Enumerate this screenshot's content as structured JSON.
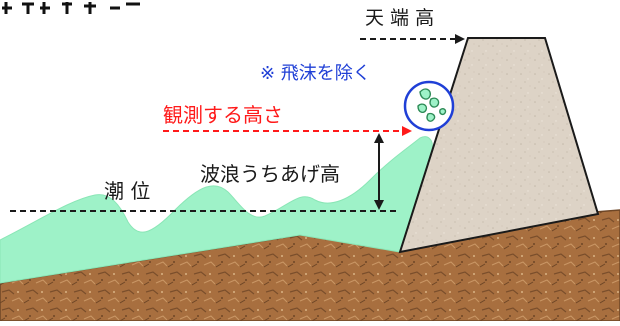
{
  "labels": {
    "crest_height": "天 端 高",
    "exclude_spray": "※ 飛沫を除く",
    "observed_height": "観測する高さ",
    "wave_runup_height": "波浪うちあげ高",
    "tide_level": "潮 位"
  },
  "colors": {
    "wave": "#9ef2c8",
    "ground": "#a86f3f",
    "ground_dark": "#6e4626",
    "seawall": "#ddd3c6",
    "red_accent": "#ff1a1a",
    "blue_accent": "#1f3fd6",
    "spray_green": "#2e8b57",
    "line_dark": "#1a1a1a"
  },
  "icons": {
    "spray": "water-spray-icon"
  }
}
